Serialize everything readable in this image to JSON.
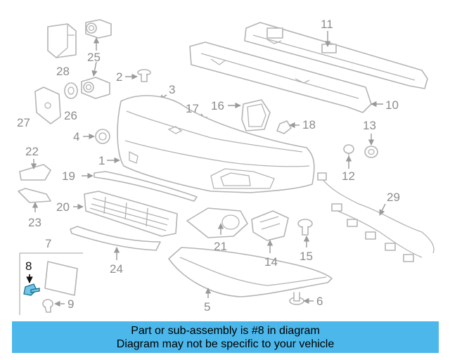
{
  "callouts": {
    "c1": "1",
    "c2": "2",
    "c3": "3",
    "c4": "4",
    "c5": "5",
    "c6": "6",
    "c7": "7",
    "c8": "8",
    "c9": "9",
    "c10": "10",
    "c11": "11",
    "c12": "12",
    "c13": "13",
    "c14": "14",
    "c15": "15",
    "c16": "16",
    "c17": "17",
    "c18": "18",
    "c19": "19",
    "c20": "20",
    "c21": "21",
    "c22": "22",
    "c23": "23",
    "c24": "24",
    "c25": "25",
    "c26": "26",
    "c27": "27",
    "c28": "28",
    "c29": "29"
  },
  "highlighted_part": "8",
  "colors": {
    "banner": "#4bb7ea",
    "highlight": "#6ec6ea",
    "line_art": "#b4b4b4",
    "callout_text": "#8c8c8c"
  },
  "banner": {
    "line1": "Part or sub-assembly is #8 in diagram",
    "line2": "Diagram may not be specific to your vehicle"
  }
}
